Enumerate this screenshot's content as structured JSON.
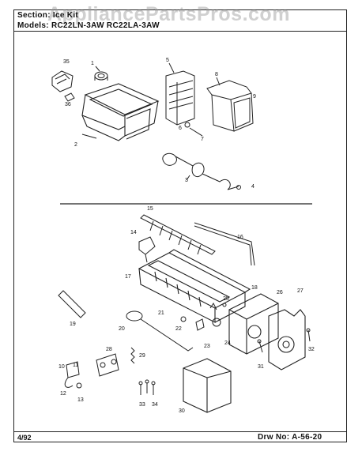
{
  "watermark": "AppliancePartsPros.com",
  "header": {
    "section_line": "Section:            Ice Kit",
    "models_line": "Models:  RC22LN-3AW    RC22LA-3AW"
  },
  "footer": {
    "date": "4/92",
    "drawing_no": "Drw No:  A-56-20"
  },
  "callouts": [
    "1",
    "2",
    "3",
    "4",
    "5",
    "6",
    "7",
    "8",
    "9",
    "10",
    "11",
    "12",
    "13",
    "14",
    "15",
    "16",
    "17",
    "18",
    "19",
    "20",
    "21",
    "22",
    "23",
    "24",
    "25",
    "26",
    "27",
    "28",
    "29",
    "30",
    "31",
    "32",
    "33",
    "34",
    "35",
    "36"
  ]
}
